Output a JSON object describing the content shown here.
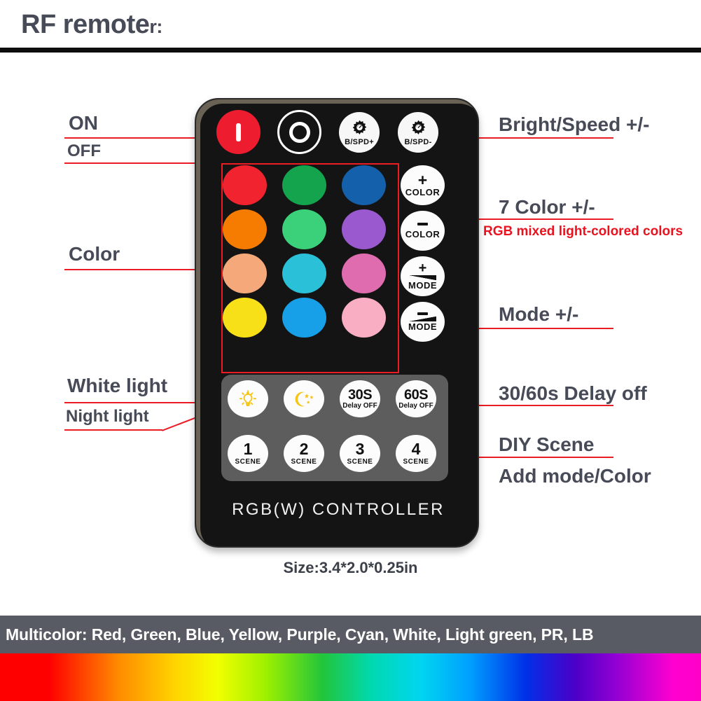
{
  "page": {
    "title_main": "RF remote",
    "title_tail": "r:",
    "size_text": "Size:3.4*2.0*0.25in"
  },
  "remote": {
    "brand": "RGB(W) CONTROLLER",
    "power": {
      "on_icon": "power-on-bar-icon",
      "off_icon": "power-off-ring-icon"
    },
    "brightness": [
      {
        "label": "B/SPD+",
        "icon": "brightness-gauge-icon"
      },
      {
        "label": "B/SPD-",
        "icon": "brightness-gauge-icon"
      }
    ],
    "colors": [
      {
        "name": "red",
        "hex": "#f0232f"
      },
      {
        "name": "green",
        "hex": "#13a44d"
      },
      {
        "name": "blue",
        "hex": "#1560ab"
      },
      {
        "name": "orange",
        "hex": "#f57c00"
      },
      {
        "name": "light-green",
        "hex": "#3ad17a"
      },
      {
        "name": "purple",
        "hex": "#9b59d0"
      },
      {
        "name": "peach",
        "hex": "#f5a97a"
      },
      {
        "name": "cyan",
        "hex": "#2ac0d8"
      },
      {
        "name": "pink-rose",
        "hex": "#e06cb0"
      },
      {
        "name": "yellow",
        "hex": "#f7e017"
      },
      {
        "name": "light-blue",
        "hex": "#17a0e8"
      },
      {
        "name": "light-pink",
        "hex": "#f9aec3"
      }
    ],
    "functions": [
      {
        "symbol": "+",
        "label": "COLOR",
        "kind": "plus",
        "name": "color-plus"
      },
      {
        "symbol": "-",
        "label": "COLOR",
        "kind": "minus",
        "name": "color-minus"
      },
      {
        "symbol": "+",
        "label": "MODE",
        "kind": "plus",
        "name": "mode-plus"
      },
      {
        "symbol": "-",
        "label": "MODE",
        "kind": "minus",
        "name": "mode-minus"
      }
    ],
    "panel_row1": [
      {
        "type": "icon",
        "icon": "light-bulb-icon",
        "name": "white-light-button"
      },
      {
        "type": "icon",
        "icon": "moon-stars-icon",
        "name": "night-light-button"
      },
      {
        "type": "delay",
        "num": "30S",
        "sub": "Delay OFF",
        "name": "delay-30s-button"
      },
      {
        "type": "delay",
        "num": "60S",
        "sub": "Delay OFF",
        "name": "delay-60s-button"
      }
    ],
    "panel_row2": [
      {
        "num": "1",
        "sub": "SCENE"
      },
      {
        "num": "2",
        "sub": "SCENE"
      },
      {
        "num": "3",
        "sub": "SCENE"
      },
      {
        "num": "4",
        "sub": "SCENE"
      }
    ]
  },
  "callouts": {
    "left": {
      "on": "ON",
      "off": "OFF",
      "color": "Color",
      "white_light": "White light",
      "night_light": "Night light"
    },
    "right": {
      "bright_speed": "Bright/Speed +/-",
      "seven_color": "7 Color +/-",
      "rgb_note": "RGB mixed light-colored colors",
      "mode": "Mode +/-",
      "delay": "30/60s Delay off",
      "diy_scene": "DIY Scene",
      "add_mode": "Add mode/Color"
    }
  },
  "banner": {
    "text": "Multicolor: Red, Green, Blue, Yellow, Purple, Cyan, White, Light green, PR, LB",
    "bg": "#585b63"
  },
  "accent": {
    "red": "#ec1c24",
    "slate": "#474b57"
  }
}
